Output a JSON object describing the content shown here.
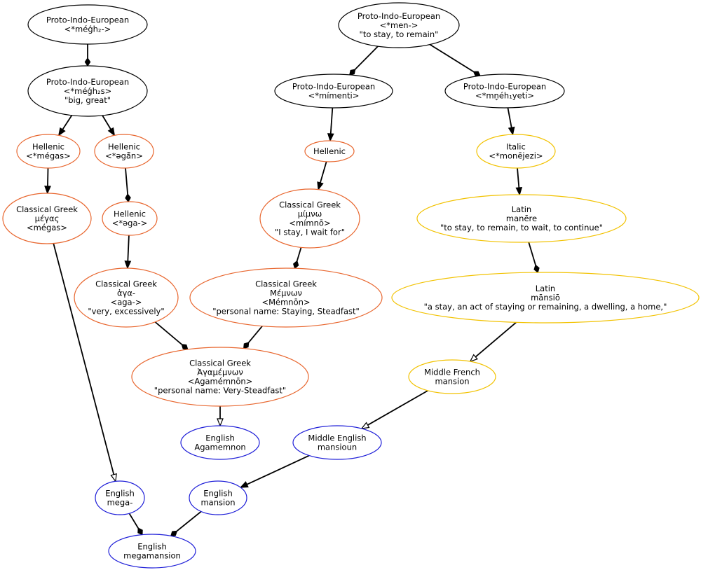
{
  "colors": {
    "root": "#000000",
    "hellenic": "#e8662e",
    "italic": "#f2c200",
    "english": "#1f1fd8",
    "edge": "#000000"
  },
  "nodes": [
    {
      "id": "pie_megh2",
      "group": "root",
      "lines": [
        "Proto-Indo-European",
        "<*méǵh₂->"
      ]
    },
    {
      "id": "pie_megh2s",
      "group": "root",
      "lines": [
        "Proto-Indo-European",
        "<*méǵh₂s>",
        "\"big, great\""
      ]
    },
    {
      "id": "hel_megas",
      "group": "hellenic",
      "lines": [
        "Hellenic",
        "<*mégas>"
      ]
    },
    {
      "id": "hel_agan",
      "group": "hellenic",
      "lines": [
        "Hellenic",
        "<*əgā̆n>"
      ]
    },
    {
      "id": "cg_megas",
      "group": "hellenic",
      "lines": [
        "Classical Greek",
        "μέγας",
        "<mégas>"
      ]
    },
    {
      "id": "hel_aga",
      "group": "hellenic",
      "lines": [
        "Hellenic",
        "<*əga->"
      ]
    },
    {
      "id": "cg_aga",
      "group": "hellenic",
      "lines": [
        "Classical Greek",
        "ἀγα-",
        "<aga->",
        "\"very, excessively\""
      ]
    },
    {
      "id": "pie_men",
      "group": "root",
      "lines": [
        "Proto-Indo-European",
        "<*men->",
        "\"to stay, to remain\""
      ]
    },
    {
      "id": "pie_mimenti",
      "group": "root",
      "lines": [
        "Proto-Indo-European",
        "<*mímenti>"
      ]
    },
    {
      "id": "pie_mneh1yeti",
      "group": "root",
      "lines": [
        "Proto-Indo-European",
        "<*mn̥éh₁yeti>"
      ]
    },
    {
      "id": "hel",
      "group": "hellenic",
      "lines": [
        "Hellenic"
      ]
    },
    {
      "id": "ita_moneje",
      "group": "italic",
      "lines": [
        "Italic",
        "<*monējezi>"
      ]
    },
    {
      "id": "cg_mimno",
      "group": "hellenic",
      "lines": [
        "Classical Greek",
        "μίμνω",
        "<mímnō>",
        "\"I stay, I wait for\""
      ]
    },
    {
      "id": "lat_manere",
      "group": "italic",
      "lines": [
        "Latin",
        "manēre",
        "\"to stay, to remain, to wait, to continue\""
      ]
    },
    {
      "id": "cg_memnon",
      "group": "hellenic",
      "lines": [
        "Classical Greek",
        "Μέμνων",
        "<Mémnōn>",
        "\"personal name: Staying, Steadfast\""
      ]
    },
    {
      "id": "lat_mansio",
      "group": "italic",
      "lines": [
        "Latin",
        "mānsiō",
        "\"a stay, an act of staying or remaining, a dwelling, a home,\""
      ]
    },
    {
      "id": "cg_agamemnon",
      "group": "hellenic",
      "lines": [
        "Classical Greek",
        "Ἀγαμέμνων",
        "<Agamémnōn>",
        "\"personal name: Very-Steadfast\""
      ]
    },
    {
      "id": "mf_mansion",
      "group": "italic",
      "lines": [
        "Middle French",
        "mansion"
      ]
    },
    {
      "id": "en_agamemnon",
      "group": "english",
      "lines": [
        "English",
        "Agamemnon"
      ]
    },
    {
      "id": "me_mansioun",
      "group": "english",
      "lines": [
        "Middle English",
        "mansioun"
      ]
    },
    {
      "id": "en_mega",
      "group": "english",
      "lines": [
        "English",
        "mega-"
      ]
    },
    {
      "id": "en_mansion",
      "group": "english",
      "lines": [
        "English",
        "mansion"
      ]
    },
    {
      "id": "en_megamansion",
      "group": "english",
      "lines": [
        "English",
        "megamansion"
      ]
    }
  ],
  "edges": [
    {
      "from": "pie_megh2",
      "to": "pie_megh2s",
      "head": "diamond"
    },
    {
      "from": "pie_megh2s",
      "to": "hel_megas",
      "head": "arrow"
    },
    {
      "from": "pie_megh2s",
      "to": "hel_agan",
      "head": "arrow"
    },
    {
      "from": "hel_megas",
      "to": "cg_megas",
      "head": "arrow"
    },
    {
      "from": "hel_agan",
      "to": "hel_aga",
      "head": "diamond"
    },
    {
      "from": "hel_aga",
      "to": "cg_aga",
      "head": "arrow"
    },
    {
      "from": "cg_megas",
      "to": "en_mega",
      "head": "open-arrow"
    },
    {
      "from": "pie_men",
      "to": "pie_mimenti",
      "head": "diamond"
    },
    {
      "from": "pie_men",
      "to": "pie_mneh1yeti",
      "head": "diamond"
    },
    {
      "from": "pie_mimenti",
      "to": "hel",
      "head": "arrow"
    },
    {
      "from": "pie_mneh1yeti",
      "to": "ita_moneje",
      "head": "arrow"
    },
    {
      "from": "hel",
      "to": "cg_mimno",
      "head": "arrow"
    },
    {
      "from": "ita_moneje",
      "to": "lat_manere",
      "head": "arrow"
    },
    {
      "from": "cg_mimno",
      "to": "cg_memnon",
      "head": "diamond"
    },
    {
      "from": "lat_manere",
      "to": "lat_mansio",
      "head": "diamond"
    },
    {
      "from": "cg_aga",
      "to": "cg_agamemnon",
      "head": "diamond"
    },
    {
      "from": "cg_memnon",
      "to": "cg_agamemnon",
      "head": "diamond"
    },
    {
      "from": "lat_mansio",
      "to": "mf_mansion",
      "head": "open-arrow"
    },
    {
      "from": "cg_agamemnon",
      "to": "en_agamemnon",
      "head": "open-arrow"
    },
    {
      "from": "mf_mansion",
      "to": "me_mansioun",
      "head": "open-arrow"
    },
    {
      "from": "me_mansioun",
      "to": "en_mansion",
      "head": "arrow"
    },
    {
      "from": "en_mega",
      "to": "en_megamansion",
      "head": "diamond"
    },
    {
      "from": "en_mansion",
      "to": "en_megamansion",
      "head": "diamond"
    }
  ]
}
